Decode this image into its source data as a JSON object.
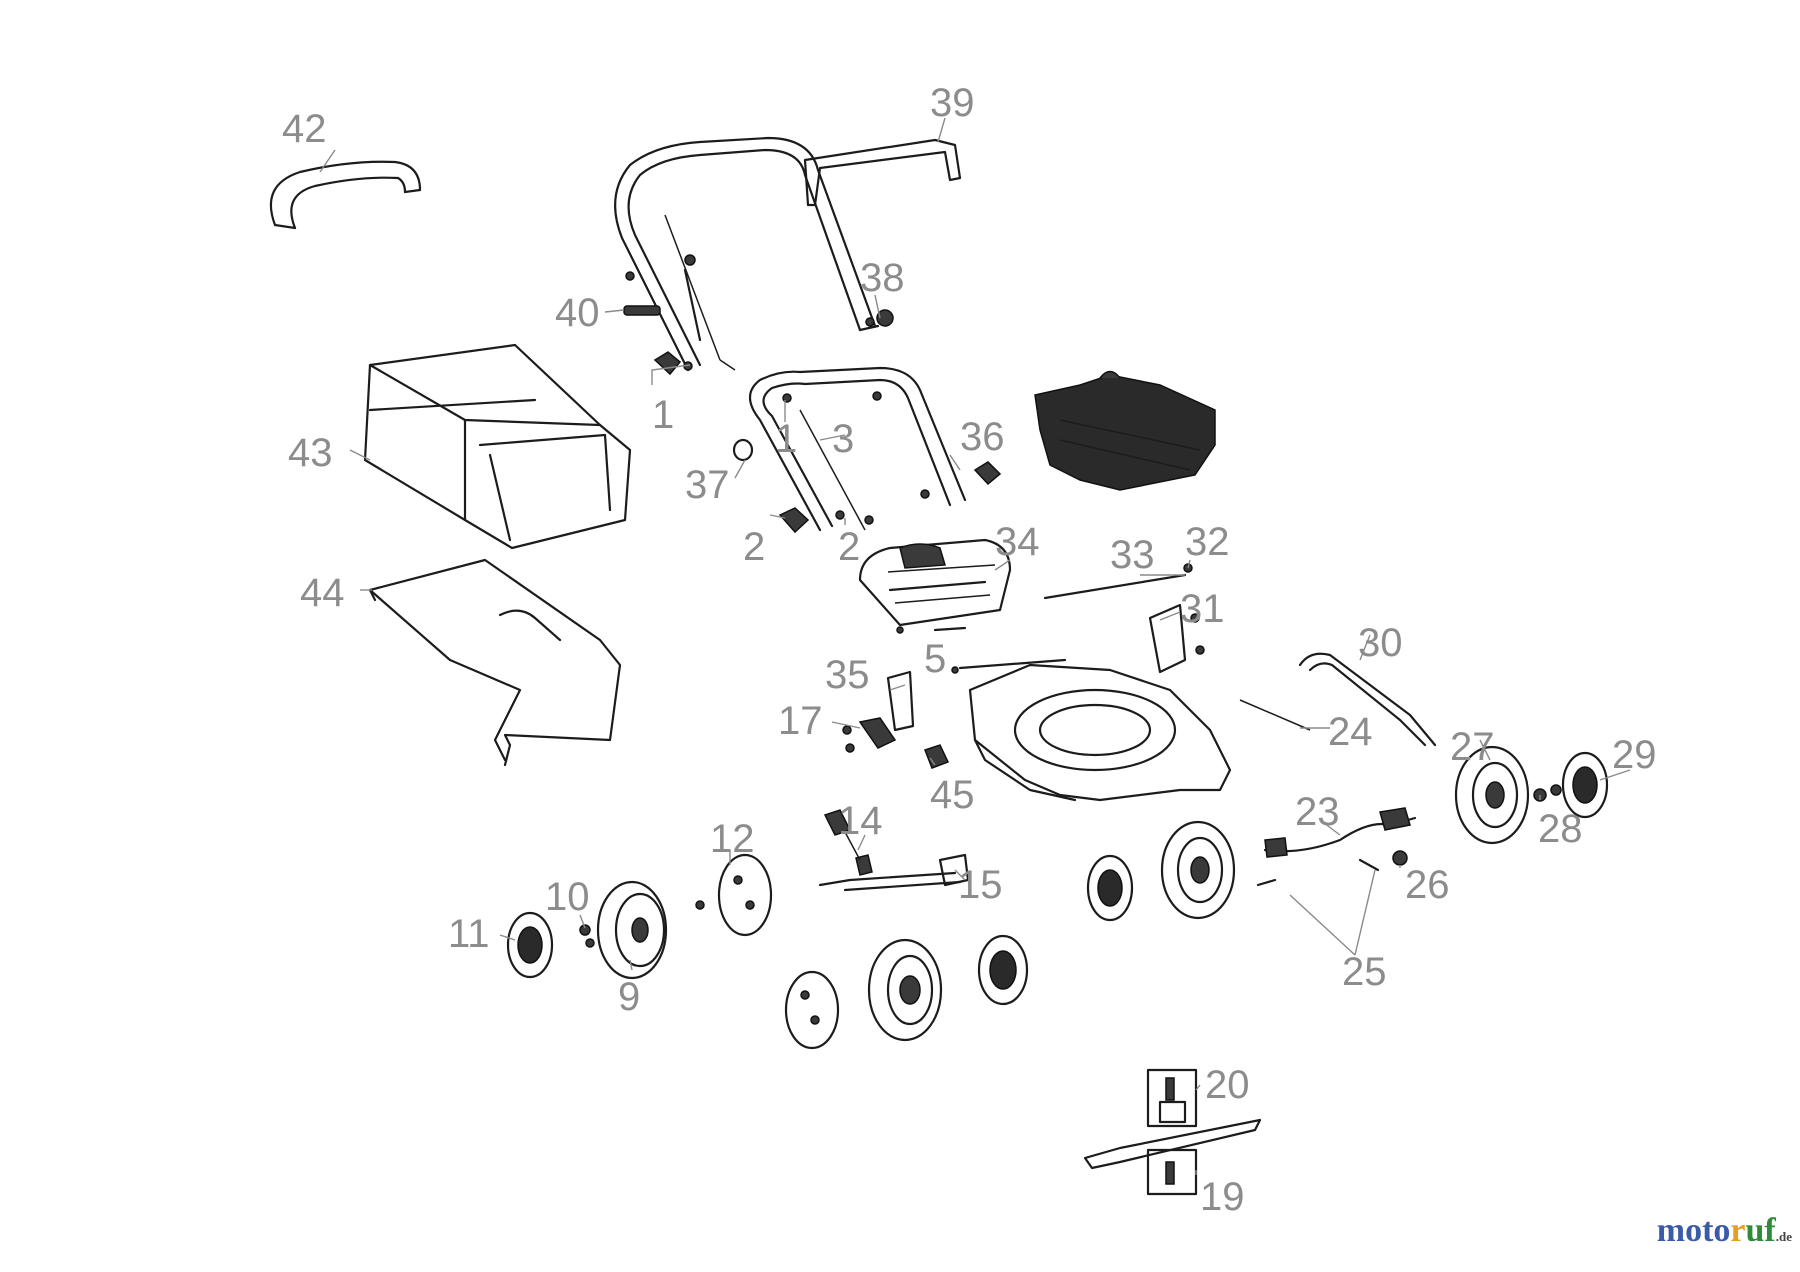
{
  "watermark": {
    "brand_a": "moto",
    "brand_b": "r",
    "brand_c": "uf",
    "tld": ".de"
  },
  "callouts": {
    "c1a": "1",
    "c1b": "1",
    "c2a": "2",
    "c2b": "2",
    "c3": "3",
    "c5": "5",
    "c9": "9",
    "c10": "10",
    "c11": "11",
    "c12": "12",
    "c14": "14",
    "c15": "15",
    "c17": "17",
    "c19": "19",
    "c20": "20",
    "c23": "23",
    "c24": "24",
    "c25": "25",
    "c26": "26",
    "c27": "27",
    "c28": "28",
    "c29": "29",
    "c30": "30",
    "c31": "31",
    "c32": "32",
    "c33": "33",
    "c34": "34",
    "c35": "35",
    "c36": "36",
    "c37": "37",
    "c38": "38",
    "c39": "39",
    "c40": "40",
    "c42": "42",
    "c43": "43",
    "c44": "44",
    "c45": "45"
  }
}
